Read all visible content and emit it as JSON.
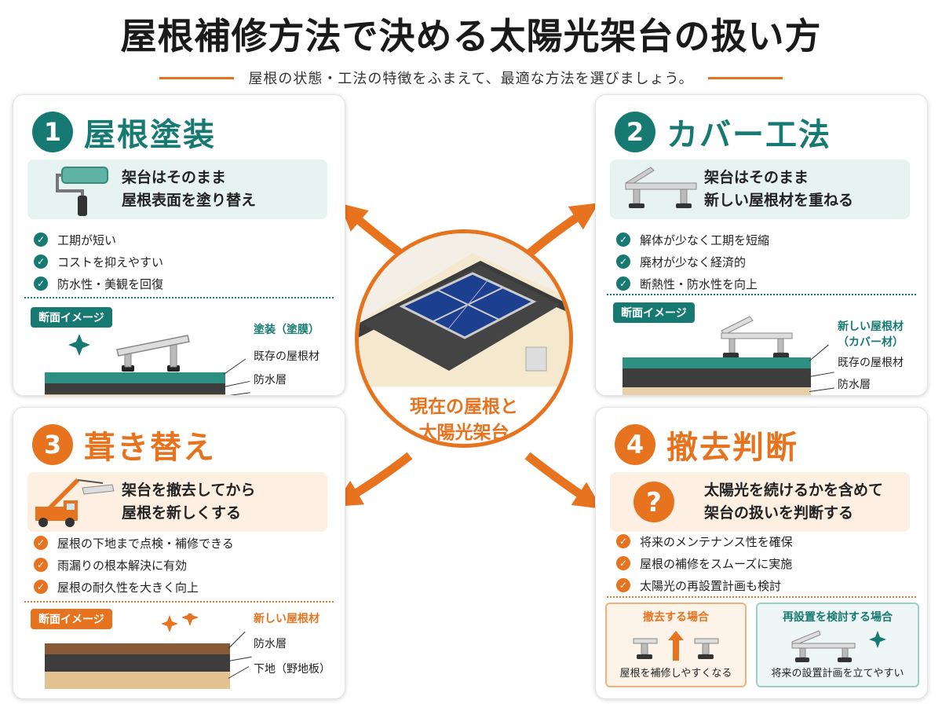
{
  "title": "屋根補修方法で決める太陽光架台の扱い方",
  "subtitle": "屋根の状態・工法の特徴をふまえて、最適な方法を選びましょう。",
  "center_label_line1": "現在の屋根と",
  "center_label_line2": "太陽光架台",
  "section_tag": "断面イメージ",
  "colors": {
    "teal": "#167a72",
    "orange": "#e8731e",
    "teal_bg": "#e7f3f0",
    "orange_bg": "#fdf0e3"
  },
  "cards": [
    {
      "number": "1",
      "title": "屋根塗装",
      "desc_line1": "架台はそのまま",
      "desc_line2": "屋根表面を塗り替え",
      "icon": "paint-roller-icon",
      "checks": [
        "工期が短い",
        "コストを抑えやすい",
        "防水性・美観を回復"
      ],
      "layers": [
        "塗装（塗膜）",
        "既存の屋根材",
        "防水層"
      ]
    },
    {
      "number": "2",
      "title": "カバー工法",
      "desc_line1": "架台はそのまま",
      "desc_line2": "新しい屋根材を重ねる",
      "icon": "mount-rack-icon",
      "checks": [
        "解体が少なく工期を短縮",
        "廃材が少なく経済的",
        "断熱性・防水性を向上"
      ],
      "layers": [
        "新しい屋根材",
        "（カバー材）",
        "既存の屋根材",
        "防水層"
      ]
    },
    {
      "number": "3",
      "title": "葺き替え",
      "desc_line1": "架台を撤去してから",
      "desc_line2": "屋根を新しくする",
      "icon": "crane-truck-icon",
      "checks": [
        "屋根の下地まで点検・補修できる",
        "雨漏りの根本解決に有効",
        "屋根の耐久性を大きく向上"
      ],
      "layers": [
        "新しい屋根材",
        "防水層",
        "下地（野地板）"
      ]
    },
    {
      "number": "4",
      "title": "撤去判断",
      "desc_line1": "太陽光を続けるかを含めて",
      "desc_line2": "架台の扱いを判断する",
      "icon": "question-icon",
      "checks": [
        "将来のメンテナンス性を確保",
        "屋根の補修をスムーズに実施",
        "太陽光の再設置計画も検討"
      ],
      "sub_boxes": [
        {
          "title": "撤去する場合",
          "caption": "屋根を補修しやすくなる"
        },
        {
          "title": "再設置を検討する場合",
          "caption": "将来の設置計画を立てやすい"
        }
      ]
    }
  ]
}
